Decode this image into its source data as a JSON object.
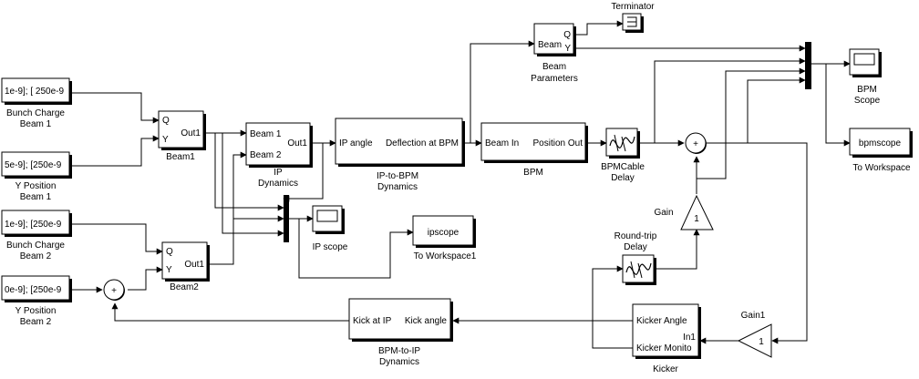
{
  "diagram": {
    "blocks": {
      "const_bc1": {
        "value": "1e-9]; [ 250e-9",
        "label_lines": [
          "Bunch Charge",
          "Beam 1"
        ]
      },
      "const_yp1": {
        "value": "5e-9]; [250e-9",
        "label_lines": [
          "Y Position",
          "Beam 1"
        ]
      },
      "const_bc2": {
        "value": "1e-9]; [250e-9",
        "label_lines": [
          "Bunch Charge",
          "Beam 2"
        ]
      },
      "const_yp2": {
        "value": "0e-9]; [250e-9",
        "label_lines": [
          "Y Position",
          "Beam 2"
        ]
      },
      "beam1": {
        "ports": [
          "Q",
          "Y",
          "Out1"
        ],
        "label": "Beam1"
      },
      "beam2": {
        "ports": [
          "Q",
          "Y",
          "Out1"
        ],
        "label": "Beam2"
      },
      "ip_dynamics": {
        "ports": [
          "Beam 1",
          "Beam 2",
          "Out1"
        ],
        "label_lines": [
          "IP",
          "Dynamics"
        ]
      },
      "ip_to_bpm": {
        "ports": [
          "IP angle",
          "Deflection at BPM"
        ],
        "label_lines": [
          "IP-to-BPM",
          "Dynamics"
        ]
      },
      "bpm": {
        "ports": [
          "Beam In",
          "Position Out"
        ],
        "label": "BPM"
      },
      "bpm_cable_delay": {
        "label_lines": [
          "BPMCable",
          "Delay"
        ]
      },
      "beam_params": {
        "ports": [
          "Beam",
          "Q",
          "Y"
        ],
        "label_lines": [
          "Beam",
          "Parameters"
        ]
      },
      "terminator": {
        "label": "Terminator"
      },
      "bpm_scope": {
        "label_lines": [
          "BPM",
          "Scope"
        ]
      },
      "bpmscope": {
        "text": "bpmscope",
        "label": "To Workspace"
      },
      "ip_scope": {
        "label": "IP scope"
      },
      "ipscope": {
        "text": "ipscope",
        "label": "To Workspace1"
      },
      "gain": {
        "value": "1",
        "label": "Gain"
      },
      "gain1": {
        "value": "1",
        "label": "Gain1"
      },
      "round_trip_delay": {
        "label_lines": [
          "Round-trip",
          "Delay"
        ]
      },
      "kicker": {
        "ports": [
          "Kicker Angle",
          "In1",
          "Kicker Monito"
        ],
        "label": "Kicker"
      },
      "bpm_to_ip": {
        "ports": [
          "Kick at IP",
          "Kick angle"
        ],
        "label_lines": [
          "BPM-to-IP",
          "Dynamics"
        ]
      },
      "sum_main": {
        "glyph": "+"
      },
      "sum_y2": {
        "glyph": "+"
      }
    }
  }
}
